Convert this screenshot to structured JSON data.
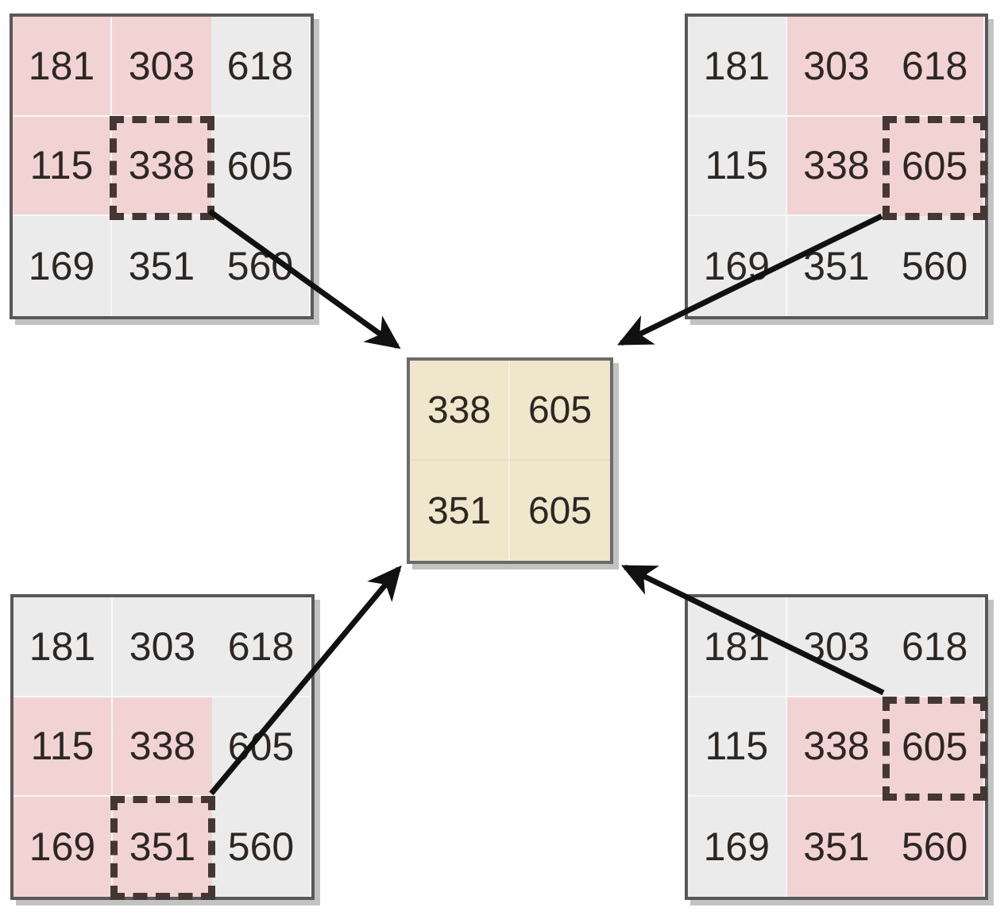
{
  "diagram": {
    "title": "Overlapping 2x2 windows reduced to a single result matrix",
    "colors": {
      "highlight_pink": "#f2d3d4",
      "matrix_background": "#ebebeb",
      "matrix_border": "#58585a",
      "result_background": "#efe6cc",
      "result_border": "#6b6b6b",
      "dash_border": "#443733",
      "text": "#2d2723",
      "arrow": "#111111"
    },
    "source_matrices": [
      {
        "id": "top-left",
        "position": "top-left",
        "rows": [
          [
            "181",
            "303",
            "618"
          ],
          [
            "115",
            "338",
            "605"
          ],
          [
            "169",
            "351",
            "560"
          ]
        ],
        "highlight_rows": [
          1,
          2
        ],
        "highlight_cols": [
          1,
          2
        ],
        "selected_cell": {
          "row": 2,
          "col": 2,
          "value": "338"
        }
      },
      {
        "id": "top-right",
        "position": "top-right",
        "rows": [
          [
            "181",
            "303",
            "618"
          ],
          [
            "115",
            "338",
            "605"
          ],
          [
            "169",
            "351",
            "560"
          ]
        ],
        "highlight_rows": [
          1,
          2
        ],
        "highlight_cols": [
          2,
          3
        ],
        "selected_cell": {
          "row": 2,
          "col": 3,
          "value": "605"
        }
      },
      {
        "id": "bottom-left",
        "position": "bottom-left",
        "rows": [
          [
            "181",
            "303",
            "618"
          ],
          [
            "115",
            "338",
            "605"
          ],
          [
            "169",
            "351",
            "560"
          ]
        ],
        "highlight_rows": [
          2,
          3
        ],
        "highlight_cols": [
          1,
          2
        ],
        "selected_cell": {
          "row": 3,
          "col": 2,
          "value": "351"
        }
      },
      {
        "id": "bottom-right",
        "position": "bottom-right",
        "rows": [
          [
            "181",
            "303",
            "618"
          ],
          [
            "115",
            "338",
            "605"
          ],
          [
            "169",
            "351",
            "560"
          ]
        ],
        "highlight_rows": [
          2,
          3
        ],
        "highlight_cols": [
          2,
          3
        ],
        "selected_cell": {
          "row": 2,
          "col": 3,
          "value": "605"
        }
      }
    ],
    "result_matrix": {
      "rows": [
        [
          "338",
          "605"
        ],
        [
          "351",
          "605"
        ]
      ]
    },
    "arrows": [
      {
        "from": "top-left",
        "to": "result",
        "direction": "down-right"
      },
      {
        "from": "top-right",
        "to": "result",
        "direction": "down-left"
      },
      {
        "from": "bottom-left",
        "to": "result",
        "direction": "up-right"
      },
      {
        "from": "bottom-right",
        "to": "result",
        "direction": "up-left"
      }
    ]
  }
}
